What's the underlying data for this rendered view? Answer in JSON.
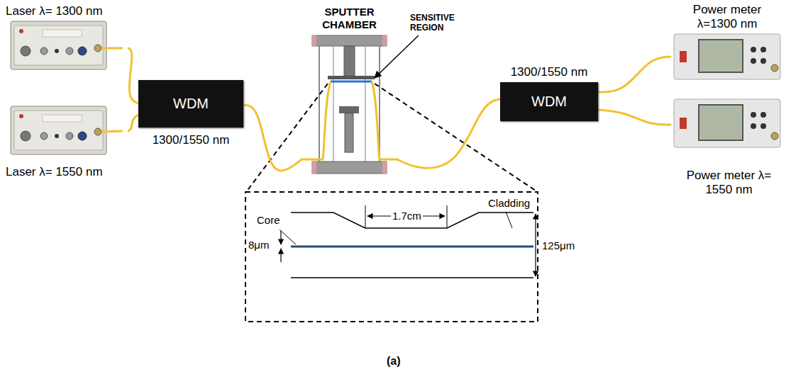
{
  "diagram": {
    "nodes": [
      {
        "text": [
          "Laser λ= 1300 nm"
        ]
      },
      {
        "text": [
          "Laser λ= 1550 nm"
        ]
      },
      {
        "text": [
          "WDM",
          "1300/1550 nm"
        ]
      },
      {
        "text": [
          "SPUTTER CHAMBER"
        ]
      },
      {
        "text": [
          "1300/1550 nm",
          "WDM"
        ]
      },
      {
        "text": [
          "Power meter λ=1300 nm"
        ]
      },
      {
        "text": [
          "Power meter λ= 1550 nm"
        ]
      }
    ],
    "edges": [
      {
        "from": 0,
        "to": 2,
        "arrow": "none"
      },
      {
        "from": 1,
        "to": 2,
        "arrow": "none"
      },
      {
        "from": 2,
        "to": 3,
        "arrow": "none"
      },
      {
        "from": 3,
        "to": 4,
        "arrow": "none"
      },
      {
        "from": 4,
        "to": 5,
        "arrow": "none"
      },
      {
        "from": 4,
        "to": 6,
        "arrow": "none"
      }
    ],
    "labels": [
      "SENSITIVE REGION",
      "Core",
      "Cladding",
      "1.7cm",
      "8μm",
      "125μm",
      "(a)"
    ]
  }
}
